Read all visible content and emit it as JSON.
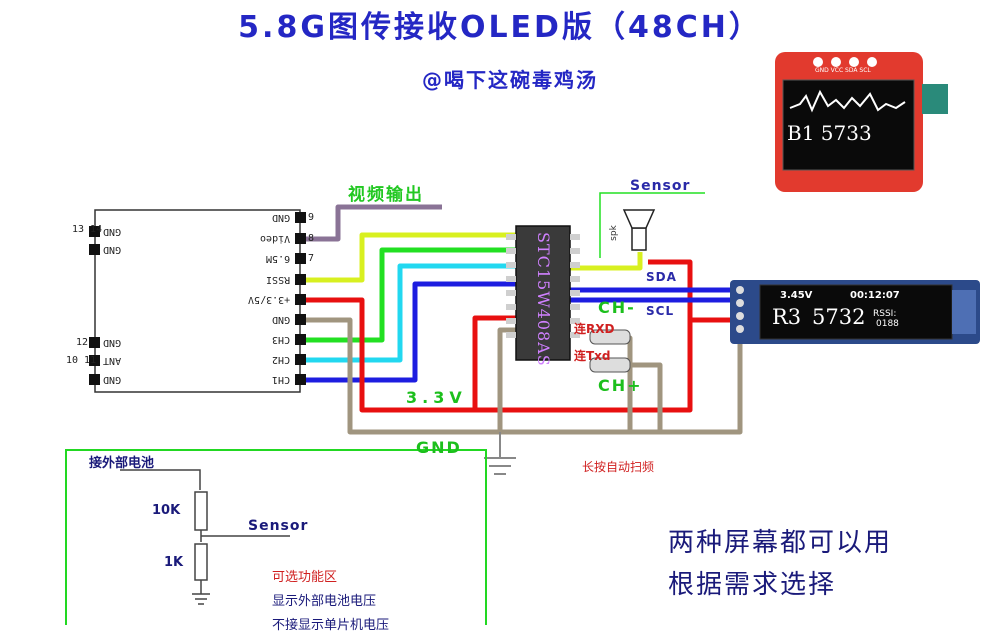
{
  "header": {
    "title": "5.8G图传接收OLED版（48CH）",
    "subtitle": "@喝下这碗毒鸡汤"
  },
  "module": {
    "left_pins": [
      {
        "num": "13 14",
        "label": "GND"
      },
      {
        "num": "",
        "label": "GND"
      },
      {
        "num": "12",
        "label": "GND"
      },
      {
        "num": "10 11",
        "label": "ANT"
      },
      {
        "num": "",
        "label": "GND"
      }
    ],
    "right_pins": [
      {
        "num": "9",
        "label": "GND"
      },
      {
        "num": "8",
        "label": "Video"
      },
      {
        "num": "7",
        "label": "6.5M"
      },
      {
        "num": "",
        "label": "RSSI"
      },
      {
        "num": "",
        "label": "+3.3/5V"
      },
      {
        "num": "",
        "label": "GND"
      },
      {
        "num": "",
        "label": "CH3"
      },
      {
        "num": "",
        "label": "CH2"
      },
      {
        "num": "",
        "label": "CH1"
      }
    ]
  },
  "labels": {
    "video_out": "视频输出",
    "sensor": "Sensor",
    "spk": "spk",
    "sda": "SDA",
    "scl": "SCL",
    "ch_minus": "CH-",
    "ch_plus": "CH+",
    "rxd": "连RXD",
    "txd": "连Txd",
    "v33": "3.3V",
    "gnd": "GND",
    "long_press": "长按自动扫频"
  },
  "chip": {
    "name": "STC15W408AS"
  },
  "oled_small": {
    "header_pins": "GND VCC SDA SCL",
    "text": "B1 5733"
  },
  "oled_large": {
    "voltage": "3.45V",
    "time": "00:12:07",
    "channel": "R3",
    "freq": "5732",
    "rssi_label": "RSSI:",
    "rssi_value": "0188"
  },
  "battery_box": {
    "title": "接外部电池",
    "r1": "10K",
    "r2": "1K",
    "sensor": "Sensor",
    "line1": "可选功能区",
    "line2": "显示外部电池电压",
    "line3": "不接显示单片机电压"
  },
  "note": {
    "line1": "两种屏幕都可以用",
    "line2": "根据需求选择"
  },
  "colors": {
    "title": "#2427c4",
    "wire_red": "#e81010",
    "wire_blue": "#1d1de0",
    "wire_cyan": "#22d8f0",
    "wire_green": "#22e022",
    "wire_yellow": "#d8f020",
    "wire_gray": "#a0957f",
    "wire_purple": "#8a7396",
    "oled_board": "#e23a2e",
    "oled_large_board": "#2c4a8a"
  }
}
